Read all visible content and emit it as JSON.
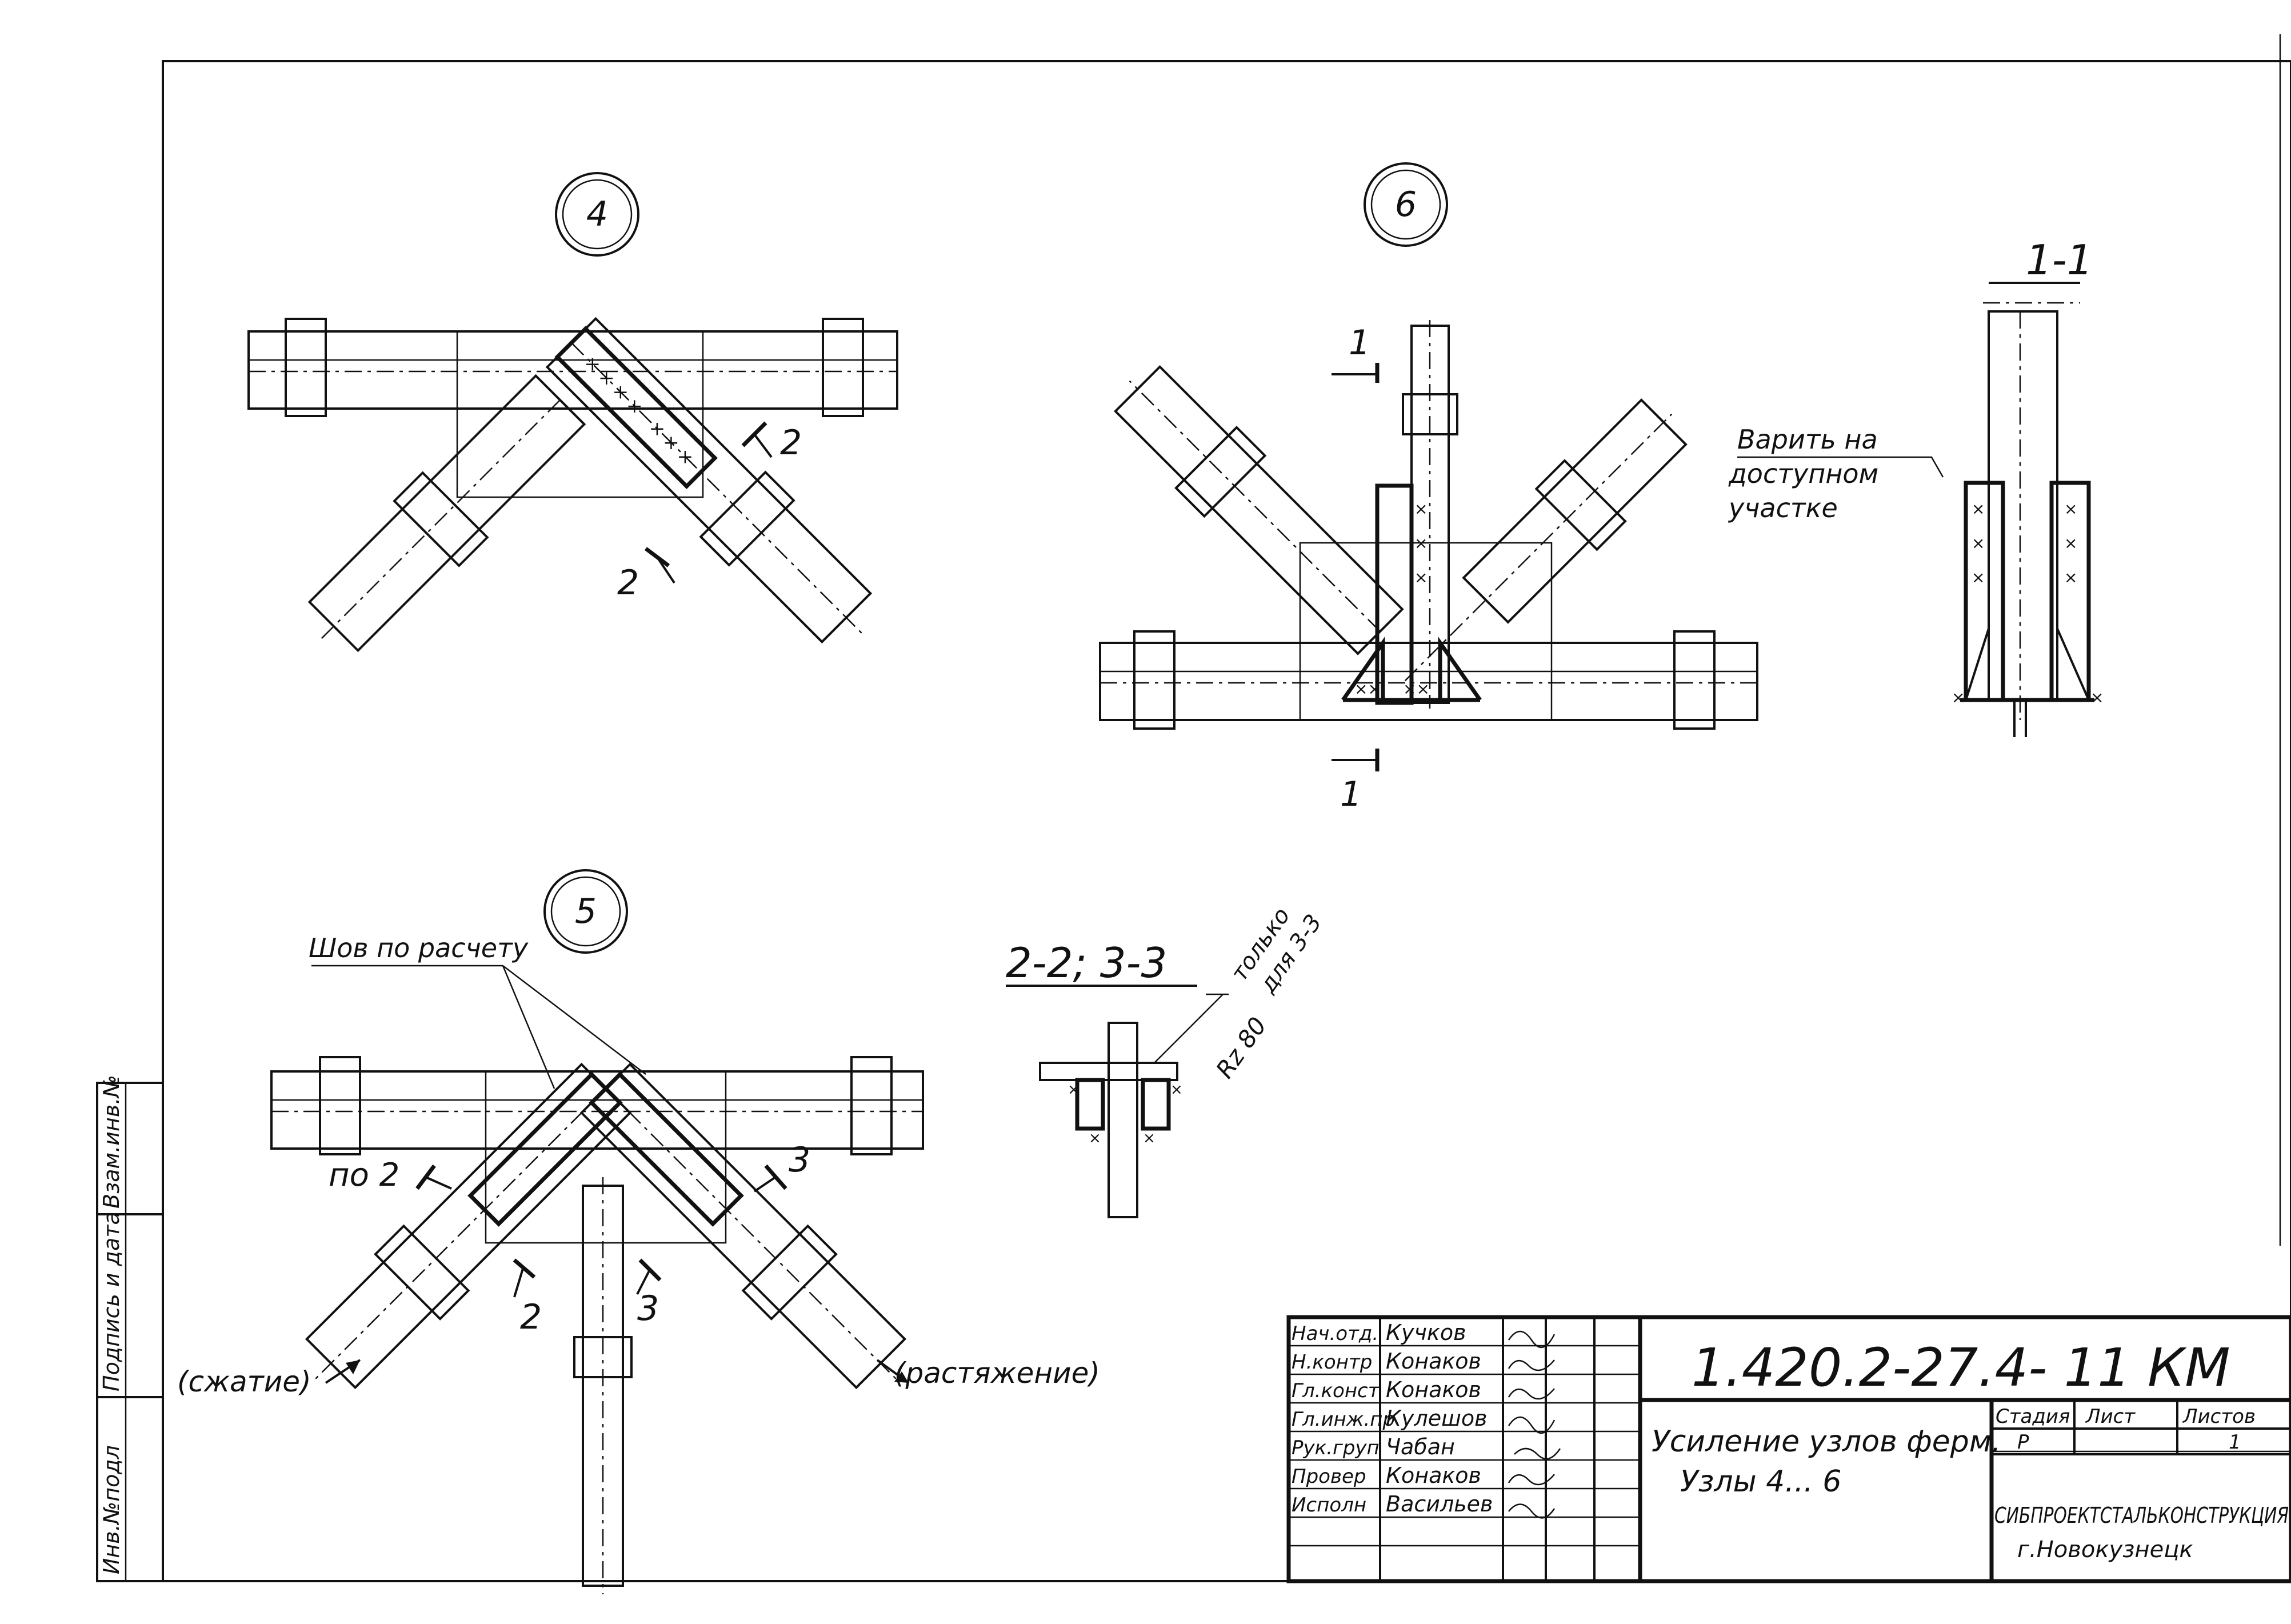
{
  "nodes": {
    "node4": {
      "number": "4"
    },
    "node5": {
      "number": "5"
    },
    "node6": {
      "number": "6"
    }
  },
  "sections": {
    "s11_title": "1-1",
    "s22_title": "2-2; 3-3",
    "cut1_top": "1",
    "cut1_bottom": "1",
    "cut2_a": "2",
    "cut2_b": "2",
    "cut2_c": "по 2",
    "cut2_d": "2",
    "cut3_a": "3",
    "cut3_b": "3"
  },
  "notes": {
    "weld_accessible_line1": "Варить на",
    "weld_accessible_line2": "доступном",
    "weld_accessible_line3": "участке",
    "weld_calc": "Шов по расчету",
    "only_for_33_line1": "только",
    "only_for_33_line2": "для 3-3",
    "roughness": "Rz 80",
    "compression": "(сжатие)",
    "tension": "(растяжение)"
  },
  "side_stamp": {
    "inv_no": "Инв.№подл",
    "sign_date": "Подпись и дата",
    "vzam_inv": "Взам.инв.№"
  },
  "title_block": {
    "code": "1.420.2-27.4- 11 КМ",
    "title_line1": "Усиление узлов ферм.",
    "title_line2": "Узлы 4... 6",
    "col_stage": "Стадия",
    "col_sheet": "Лист",
    "col_sheets": "Листов",
    "stage_val": "Р",
    "sheets_val": "1",
    "org_name": "СИБПРОЕКТСТАЛЬКОНСТРУКЦИЯ",
    "org_city": "г.Новокузнецк",
    "roles": [
      {
        "role": "Нач.отд.",
        "name": "Кучков"
      },
      {
        "role": "Н.контр",
        "name": "Конаков"
      },
      {
        "role": "Гл.конст",
        "name": "Конаков"
      },
      {
        "role": "Гл.инж.пр",
        "name": "Кулешов"
      },
      {
        "role": "Рук.груп",
        "name": "Чабан"
      },
      {
        "role": "Провер",
        "name": "Конаков"
      },
      {
        "role": "Исполн",
        "name": "Васильев"
      }
    ]
  }
}
